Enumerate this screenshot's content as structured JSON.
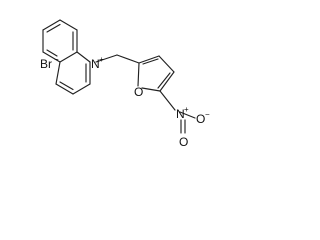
{
  "diagram": {
    "type": "chemical-structure",
    "atom_labels": {
      "counter_ion": "Br",
      "counter_ion_charge": "−",
      "ring_nitrogen": "N",
      "ring_nitrogen_charge": "+",
      "furan_oxygen": "O",
      "nitro_nitrogen": "N",
      "nitro_nitrogen_charge": "+",
      "nitro_oxygen_double": "O",
      "nitro_oxygen_single": "O",
      "nitro_oxygen_single_charge": "−"
    },
    "colors": {
      "bond": "#222222",
      "text": "#111111",
      "background": "#ffffff"
    }
  }
}
